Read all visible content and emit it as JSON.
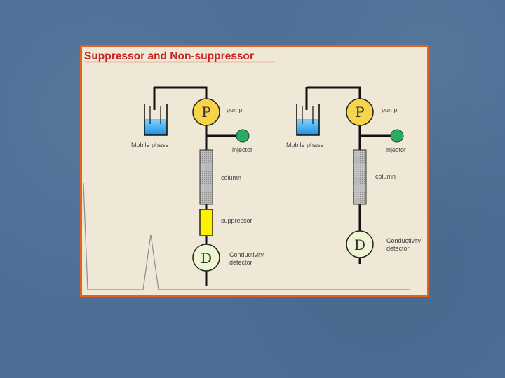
{
  "title": "Suppressor and Non-suppressor",
  "systems": [
    {
      "pump_letter": "P",
      "pump_label": "pump",
      "injector_label": "injector",
      "mobile_phase_label": "Mobile phase",
      "column_label": "column",
      "suppressor_label": "suppressor",
      "detector_letter": "D",
      "detector_label_line1": "Conductivity",
      "detector_label_line2": "detector"
    },
    {
      "pump_letter": "P",
      "pump_label": "pump",
      "injector_label": "injector",
      "mobile_phase_label": "Mobile phase",
      "column_label": "column",
      "detector_letter": "D",
      "detector_label_line1": "Conductivity",
      "detector_label_line2": "detector"
    }
  ],
  "colors": {
    "frame_border": "#e0641e",
    "frame_fill": "#efe8d6",
    "title": "#c7231f",
    "pump_fill": "#f7d44a",
    "detector_fill": "#eef5d2",
    "injector_fill": "#2fa863",
    "suppressor_fill": "#fff200",
    "liquid": "#3aa8e8"
  }
}
